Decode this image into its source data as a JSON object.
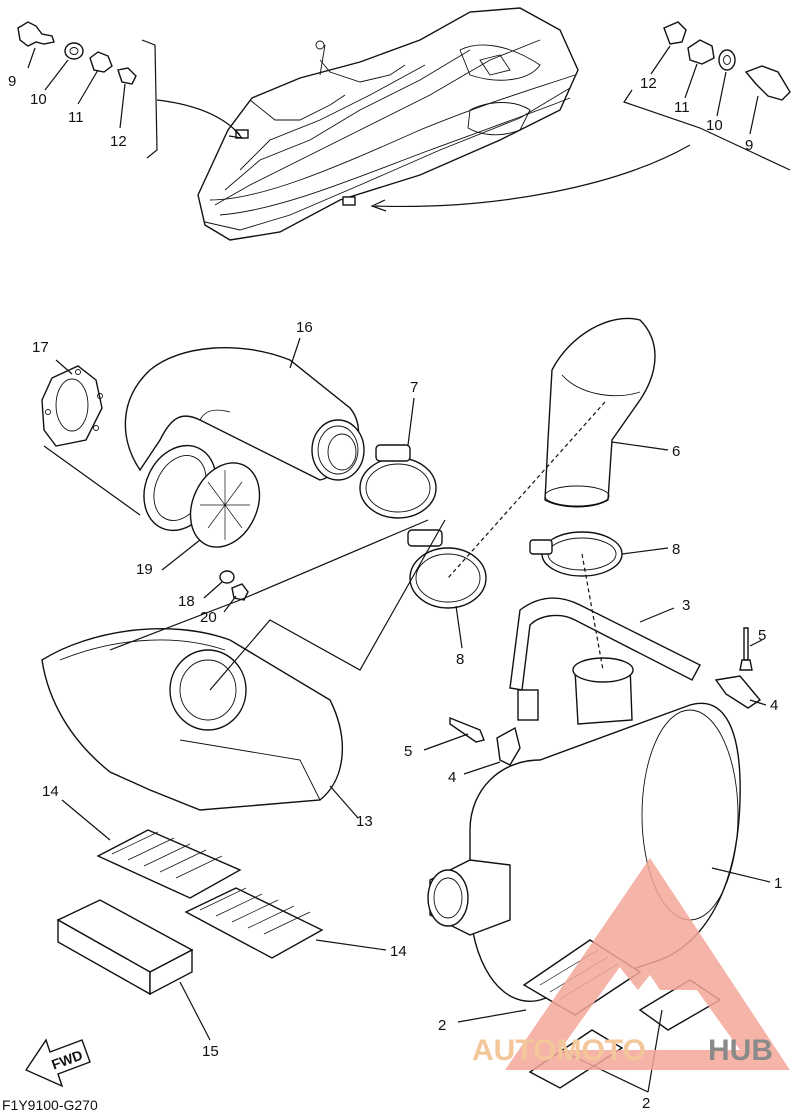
{
  "diagram": {
    "code": "F1Y9100-G270",
    "fwd_label": "FWD",
    "callouts": {
      "c9_left": "9",
      "c10_left": "10",
      "c11_left": "11",
      "c12_left": "12",
      "c12_right": "12",
      "c11_right": "11",
      "c10_right": "10",
      "c9_right": "9",
      "c16": "16",
      "c17": "17",
      "c7": "7",
      "c6": "6",
      "c8_right": "8",
      "c19": "19",
      "c18": "18",
      "c20": "20",
      "c8_mid": "8",
      "c3": "3",
      "c5_right": "5",
      "c4_right": "4",
      "c5_mid": "5",
      "c4_mid": "4",
      "c13": "13",
      "c14_top": "14",
      "c14_bottom": "14",
      "c15": "15",
      "c1": "1",
      "c2_left": "2",
      "c2_bottom": "2"
    }
  },
  "watermark": {
    "brand_part1": "AUTOMOTO",
    "brand_part2": "HUB",
    "color_primary": "#f4a79a",
    "color_secondary": "#f3c79a",
    "color_dark": "#8a8a8a"
  }
}
